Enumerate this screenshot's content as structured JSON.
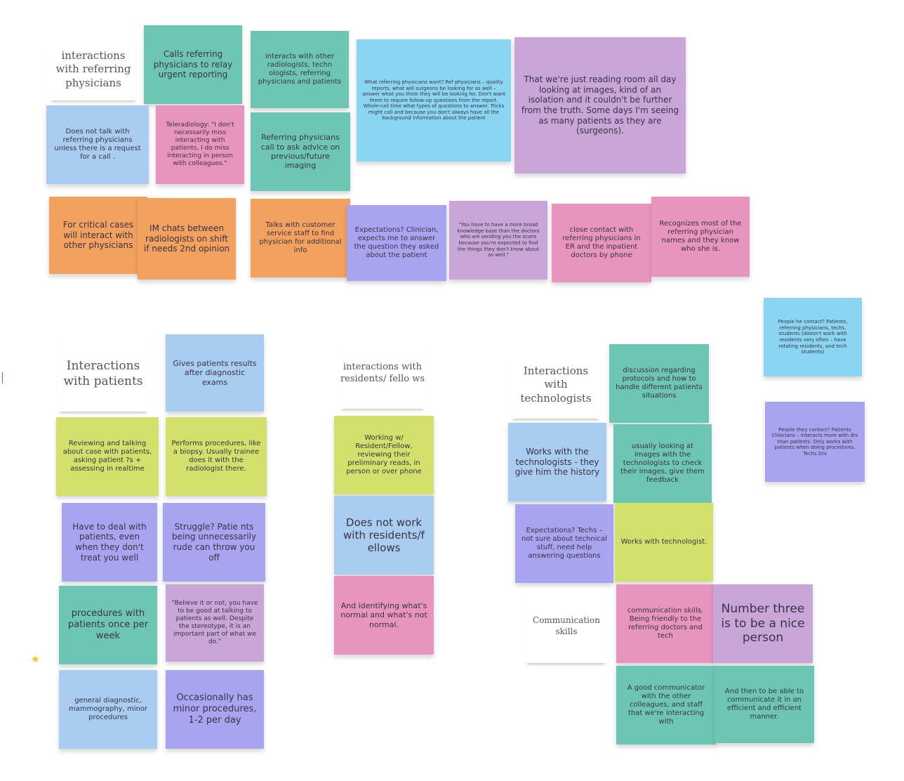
{
  "board": {
    "headers": {
      "referring": "interactions with referring physicians",
      "patients": "Interactions with patients",
      "residents": "interactions with residents/ fello ws",
      "technologists": "Interactions with technologists",
      "communication": "Communication skills"
    },
    "notes": {
      "calls_referring": "Calls referring physicians to relay urgent reporting",
      "interacts_other": "interacts with other radiologists, techn ologists, referring physicians and patients",
      "what_referring_want": "What referring physicians want? Ref physicians – quality reports, what will surgeons be looking for as well – answer what you think they will be looking for. Don't want them to require follow-up questions from the report. Whole-call time what types of questions to answer. Tricks might call and because you don't always have all the background information about the patient",
      "reading_room": "That we're just reading room all day looking at images, kind of an isolation and it couldn't be further from the truth. Some days I'm seeing as many patients as they are (surgeons).",
      "no_talk_referring": "Does not talk with referring physicians unless there is a request for a call .",
      "teleradiology": "Teleradiology: \"I don't necessarily miss interacting with patients, I do miss interacting in person with colleagues.\"",
      "referring_call_advice": "Referring physicians call to ask advice on previous/future imaging",
      "critical_cases": "For critical cases will interact with other physicians",
      "im_chats": "IM chats between radiologists on shift if needs 2nd opinion",
      "customer_service": "Talks with customer service staff to find physician for additional info",
      "expectations_clinician": "Expectations? Clinician, expects me to answer the question they asked about the patient",
      "fund_of_knowledge": "\"You have to have a more broad knowledge base than the doctors who are sending you the scans because you're expected to find the things they don't know about as well.\"",
      "close_contact": "close contact with referring physicians in ER and the inpatient doctors by phone",
      "recognizes_names": "Recognizes most of the referring physician names and they know who she is.",
      "people_for_cyan": "People he contact? Patients, referring physicians, techs, students (doesn't work with residents very often – have rotating residents, and tech students)",
      "people_for_violet": "People they contact? Patients Clinicians – Interacts more with drs than patients. Only works with patients when doing procedures. Techs Drs",
      "gives_results": "Gives patients results after diagnostic exams",
      "reviewing_case": "Reviewing and talking about case with patients, asking patient ?s + assessing in realtime",
      "performs_procedures": "Performs procedures, like a biopsy. Usually trainee does it with the radiologist there.",
      "deal_with_patients": "Have to deal with patients, even when they don't treat you well",
      "struggle_rude": "Struggle? Patie nts being unnecessarily rude can throw you off",
      "procedures_weekly": "procedures with patients once per week",
      "believe_it": "\"Believe it or not, you have to be good at talking to patients as well. Despite the stereotype, it is an important part of what we do.\"",
      "general_diagnostic": "general diagnostic, mammography, minor procedures",
      "minor_procedures": "Occasionally has minor procedures, 1-2 per day",
      "working_residents": "Working w/ Resident/Fellow, reviewing their preliminary reads, in person or over phone",
      "no_residents": "Does not work with residents/f ellows",
      "identifying_normal": "And identifying what's normal and what's not normal.",
      "discussion_protocols": "discussion regarding protocols and how to handle different patients situations",
      "works_with_techs_history": "Works with the technologists - they give him the history",
      "looking_images": "usually looking at images with the technologists to check their images, give them feedback",
      "expectations_techs": "Expectations? Techs – not sure about technical stuff, need help answering questions",
      "works_with_technologist": "Works with technologist.",
      "comm_skills_friendly": "communication skills. Being friendly to the referring doctors and tech",
      "number_three": "Number three is to be a nice person",
      "good_communicator": "A good communicator with the other colleagues, and staff that we're interacting with",
      "communicate_efficient": "And then to be able to communicate it in an efficient and efficient manner."
    },
    "icons": {
      "star": "star-icon"
    }
  },
  "colors": {
    "teal": "#6dc6b4",
    "blue": "#a9cdf0",
    "pink": "#e795bf",
    "orange": "#f2a15e",
    "violet": "#a9a4f0",
    "lilac": "#c8a6d8",
    "cyan": "#8ad6f2",
    "lime": "#d4e06c"
  }
}
